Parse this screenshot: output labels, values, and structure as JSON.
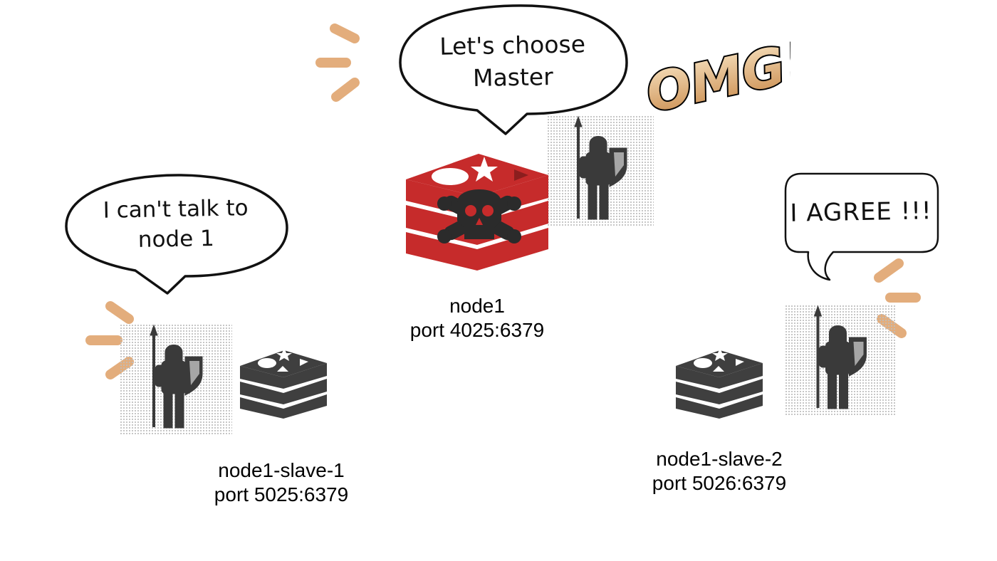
{
  "bubbles": {
    "node1": {
      "line1": "Let's choose",
      "line2": "Master"
    },
    "slave1": {
      "line1": "I can't talk to",
      "line2": "node 1"
    },
    "slave2": {
      "text": "I AGREE !!!"
    }
  },
  "exclamation": "OMG!",
  "nodes": {
    "node1": {
      "name": "node1",
      "port": "port 4025:6379",
      "status": "dead",
      "color": "#c62b2b"
    },
    "slave1": {
      "name": "node1-slave-1",
      "port": "port 5025:6379",
      "color": "#3f3f3f"
    },
    "slave2": {
      "name": "node1-slave-2",
      "port": "port 5026:6379",
      "color": "#3f3f3f"
    }
  },
  "icons": {
    "sentinel": "knight-with-spear-and-shield-icon",
    "node": "redis-stack-icon",
    "dead": "skull-crossbones-icon",
    "alert": "shout-lines-icon"
  },
  "colors": {
    "alert_lines": "#e0a56e",
    "omg_fill": "#e9c08c",
    "omg_outline": "#000000"
  }
}
